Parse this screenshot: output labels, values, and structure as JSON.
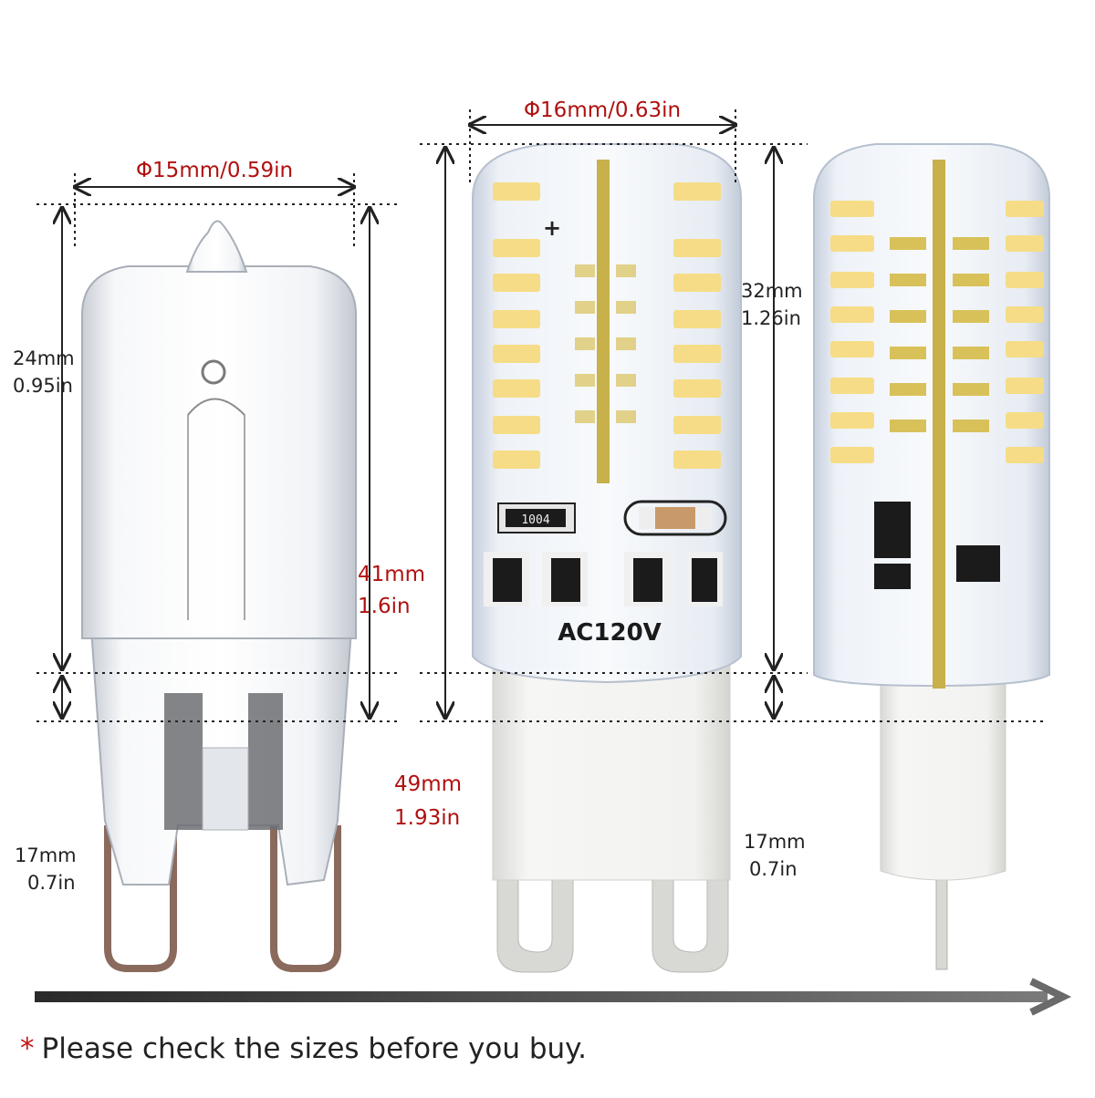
{
  "product": {
    "halogen_diameter": "Φ15mm/0.59in",
    "led_diameter": "Φ16mm/0.63in",
    "halogen_glass_height_mm": "24mm",
    "halogen_glass_height_in": "0.95in",
    "halogen_base_height_mm": "17mm",
    "halogen_base_height_in": "0.7in",
    "halogen_total_height_mm": "41mm",
    "halogen_total_height_in": "1.6in",
    "led_total_height_mm": "49mm",
    "led_total_height_in": "1.93in",
    "led_body_height_mm": "32mm",
    "led_body_height_in": "1.26in",
    "led_base_height_mm": "17mm",
    "led_base_height_in": "0.7in",
    "resistor_code": "1004",
    "voltage_label": "AC120V",
    "polarity_plus": "+"
  },
  "note": {
    "asterisk": "*",
    "text": "Please check the sizes before you buy."
  },
  "colors": {
    "dimension_red": "#b01010",
    "dimension_black": "#222222",
    "led_chip": "#f6dc86",
    "silicone": "#e4eaf4",
    "base_white": "#f3f3f1",
    "glass": "#eef1f4",
    "arrow": "#555555"
  }
}
